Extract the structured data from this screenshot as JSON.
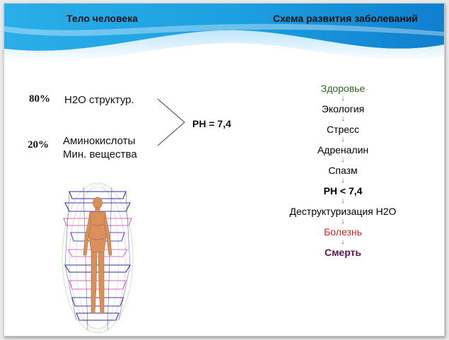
{
  "header": {
    "left_title": "Тело человека",
    "right_title": "Схема развития заболеваний"
  },
  "composition": {
    "water_percent": "80%",
    "water_label": "H2O структур.",
    "other_percent": "20%",
    "other_line1": "Аминокислоты",
    "other_line2": "Мин. вещества",
    "result": "PH = 7,4"
  },
  "scheme": {
    "arrow": "↓",
    "steps": [
      "Здоровье",
      "Экология",
      "Стресс",
      "Адреналин",
      "Спазм",
      "PH < 7,4",
      "Деструктуризация H2O",
      "Болезнь",
      "Смерть"
    ]
  },
  "colors": {
    "header_blue": "#1aa0e0",
    "arrow": "#3e6ec9",
    "health": "#2e6b1e",
    "disease": "#d8231d",
    "death": "#5b1750"
  },
  "icons": {
    "brace": "chevron-right-brace-icon",
    "figure": "human-body-energy-field-image"
  }
}
